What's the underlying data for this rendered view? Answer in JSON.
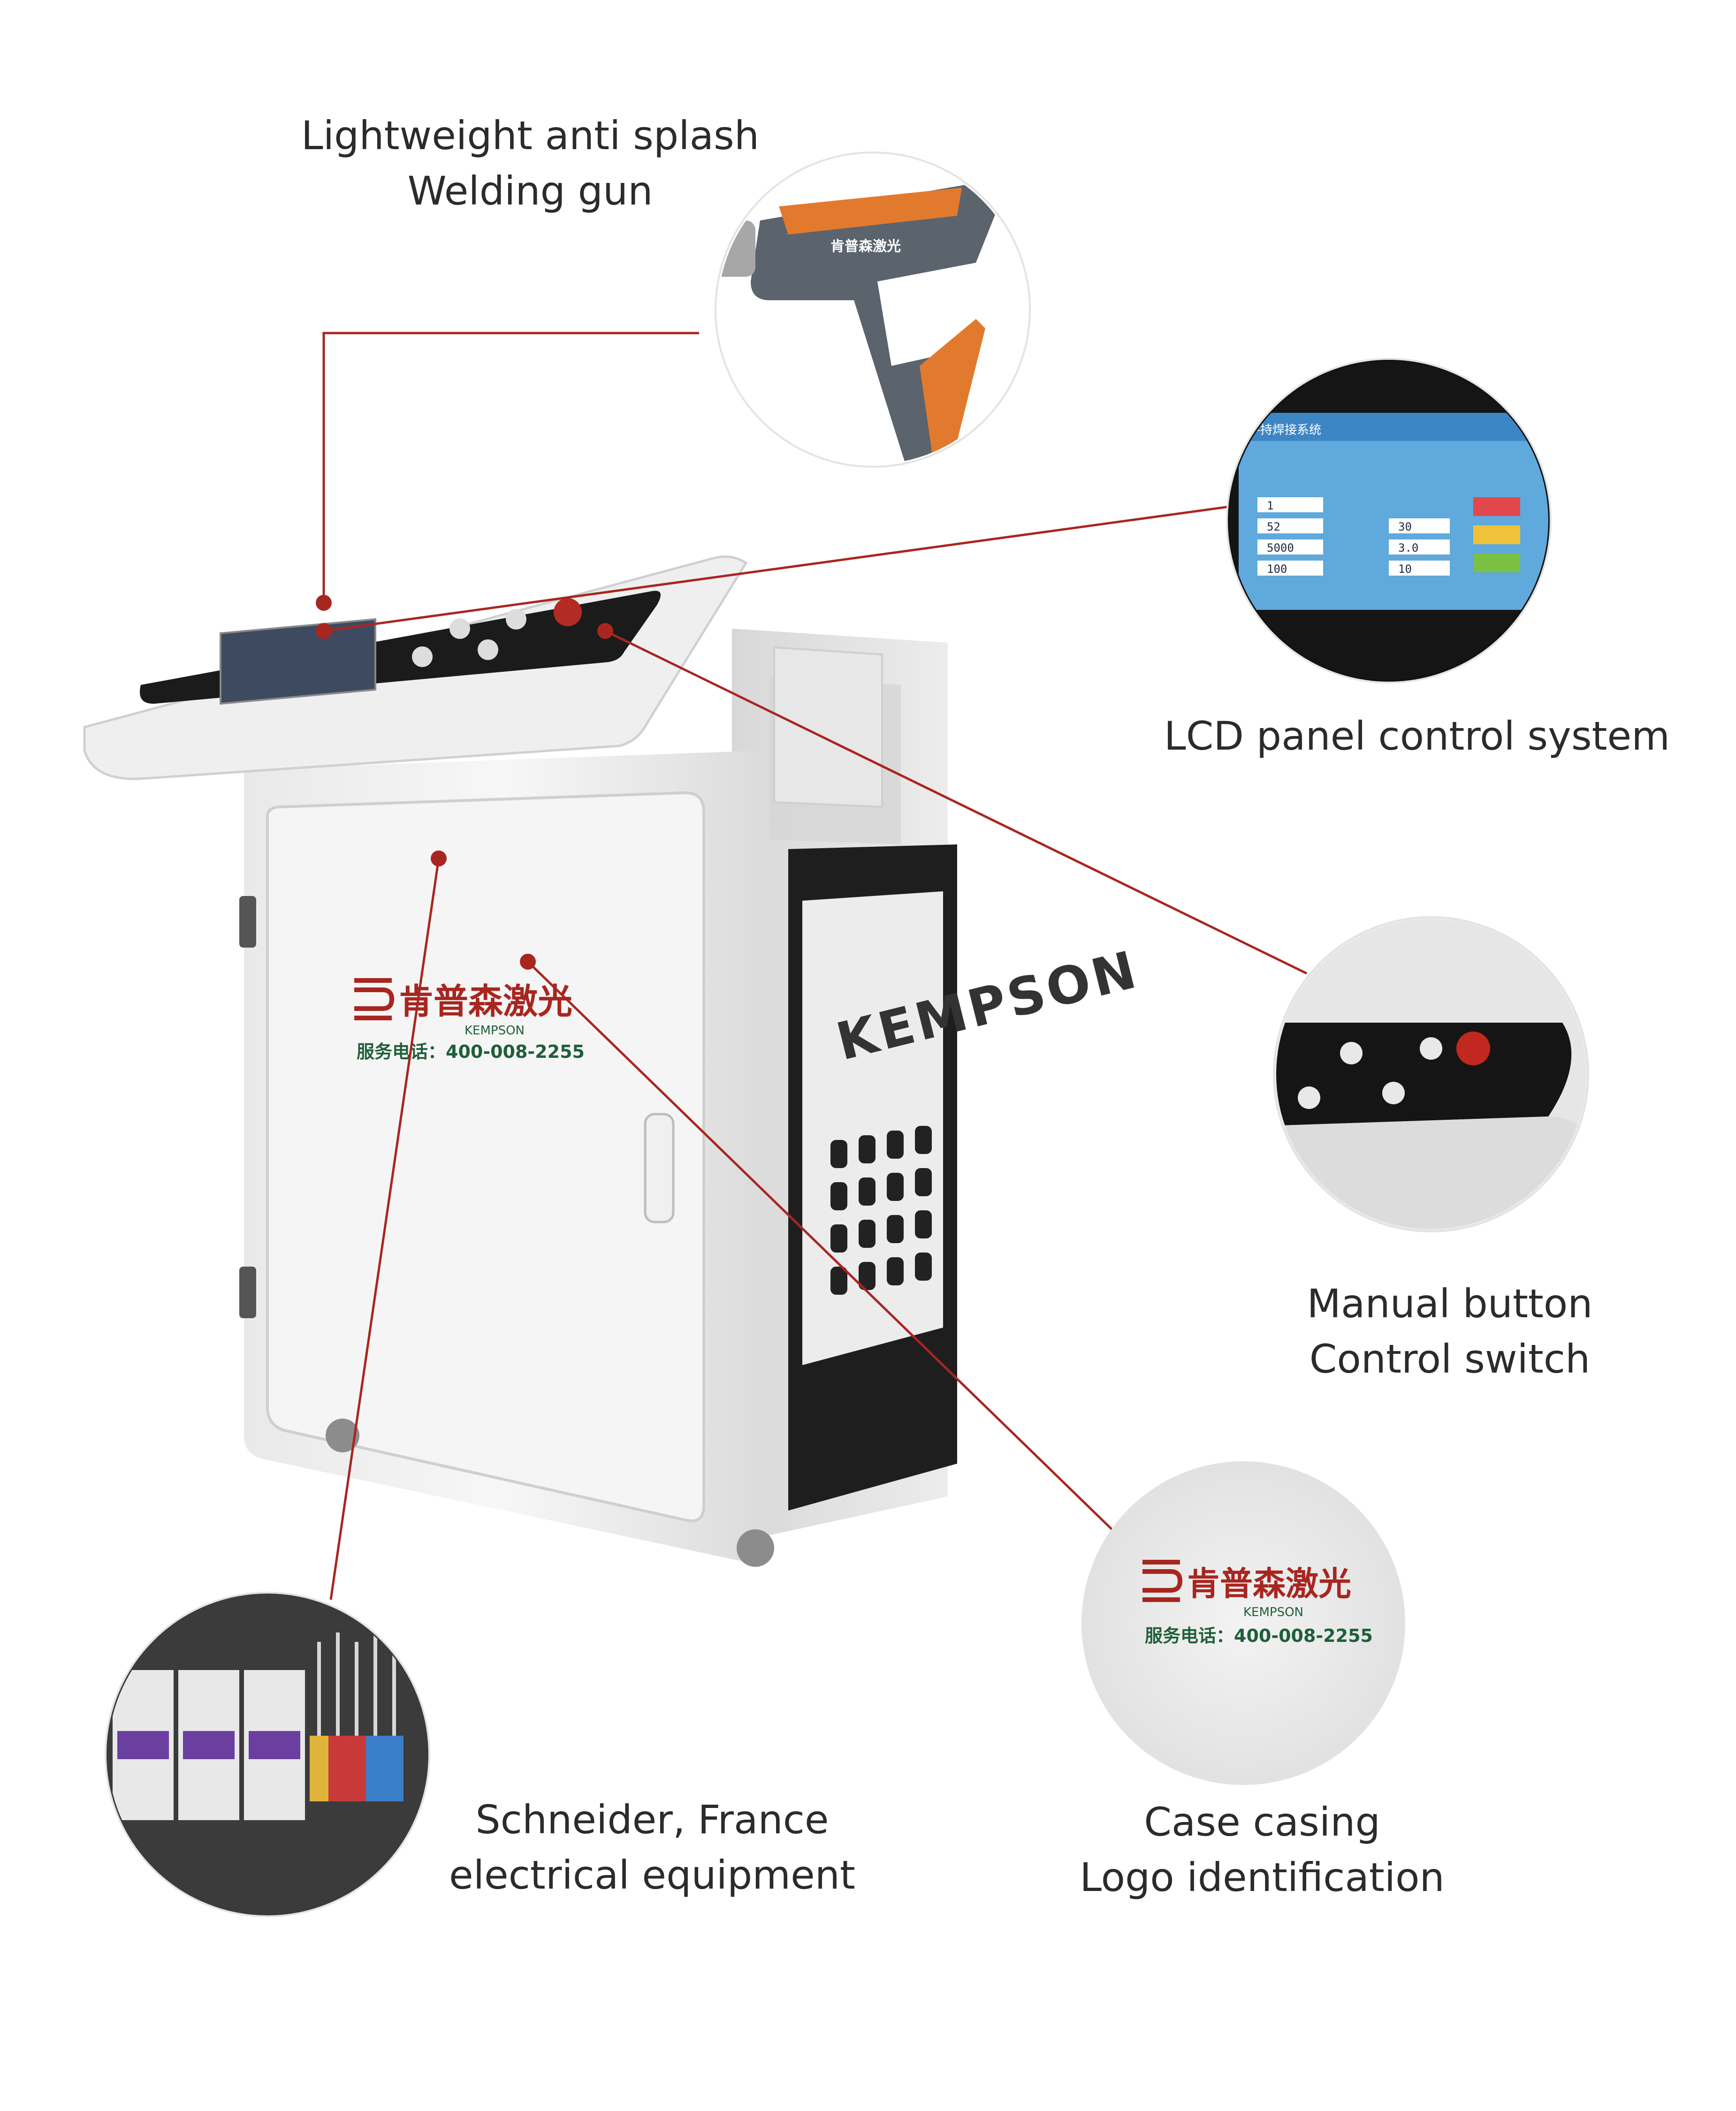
{
  "callouts": {
    "gun": {
      "line1": "Lightweight anti splash",
      "line2": "Welding gun"
    },
    "lcd": {
      "line1": "LCD panel control system"
    },
    "manual": {
      "line1": "Manual button",
      "line2": "Control switch"
    },
    "electrical": {
      "line1": "Schneider, France",
      "line2": "electrical equipment"
    },
    "logo": {
      "line1": "Case casing",
      "line2": "Logo identification"
    }
  },
  "branding": {
    "brand_cn": "肯普森激光",
    "brand_en": "KEMPSON",
    "service_phone": "服务电话：400-008-2255",
    "side_brand": "KEMPSON",
    "gun_brand": "肯普森激光"
  },
  "lcd_screen": {
    "title": "手持焊接系统",
    "field_values": [
      "1",
      "52",
      "5000",
      "100",
      "30",
      "3.0",
      "10"
    ]
  },
  "colors": {
    "accent_red": "#a82620",
    "machine_white": "#f2f2f2",
    "gun_orange": "#e27a2e"
  }
}
